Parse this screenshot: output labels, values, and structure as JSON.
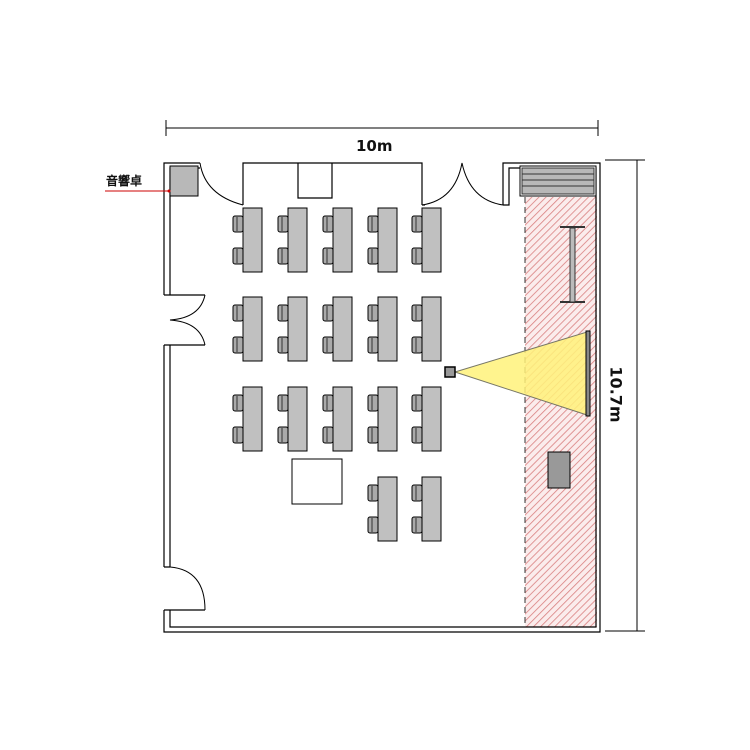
{
  "dimensions": {
    "width_label": "10m",
    "height_label": "10.7m"
  },
  "labels": {
    "sound_desk": "音響卓"
  },
  "layout": {
    "desk_rows": 4,
    "desk_cols": 5,
    "chairs_per_desk": 2
  },
  "colors": {
    "desk": "#c0c0c0",
    "stage_hatch": "#d98080",
    "projection": "#fff27a",
    "leader_line": "#cc0000"
  }
}
